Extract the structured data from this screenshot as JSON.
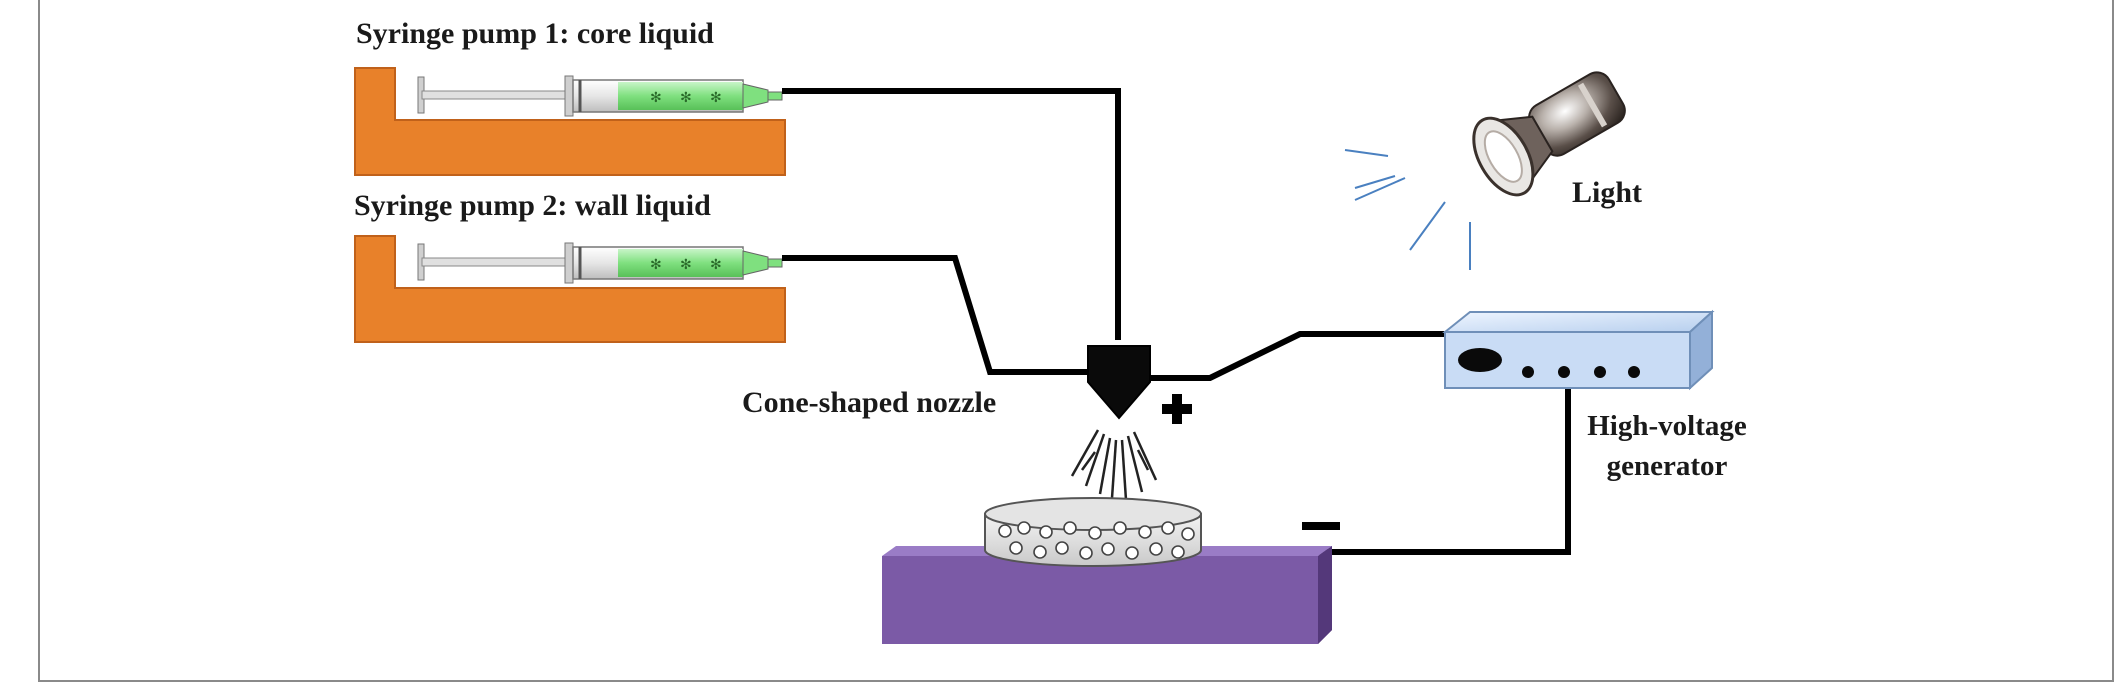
{
  "labels": {
    "pump1": "Syringe pump 1: core liquid",
    "pump2": "Syringe pump 2: wall liquid",
    "nozzle": "Cone-shaped nozzle",
    "light": "Light",
    "generator_line1": "High-voltage",
    "generator_line2": "generator",
    "plus": "+",
    "minus": "−"
  },
  "colors": {
    "pump_base": "#e8812a",
    "syringe_liquid": "#7fe07f",
    "stage": "#7b5aa6",
    "generator_body": "#c9dcf5",
    "wire": "#000000",
    "light_rays": "#4a80c0"
  },
  "icons": {
    "light": "flashlight-icon",
    "generator": "power-supply-icon",
    "nozzle": "cone-nozzle-icon",
    "dish": "petri-dish-icon"
  }
}
